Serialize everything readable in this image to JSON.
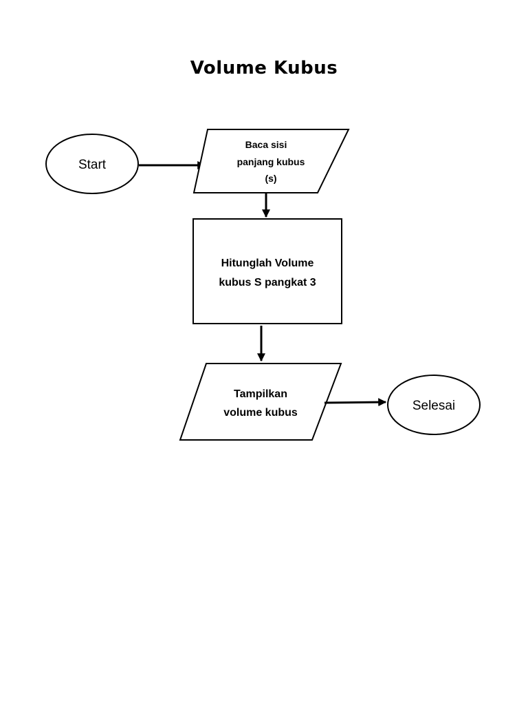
{
  "title": "Volume Kubus",
  "nodes": {
    "start": {
      "label": "Start"
    },
    "input": {
      "lines": [
        "Baca sisi",
        "panjang kubus",
        "(s)"
      ]
    },
    "process": {
      "lines": [
        "Hitunglah Volume",
        "kubus S pangkat 3"
      ]
    },
    "output": {
      "lines": [
        "Tampilkan",
        "volume kubus"
      ]
    },
    "end": {
      "label": "Selesai"
    }
  }
}
